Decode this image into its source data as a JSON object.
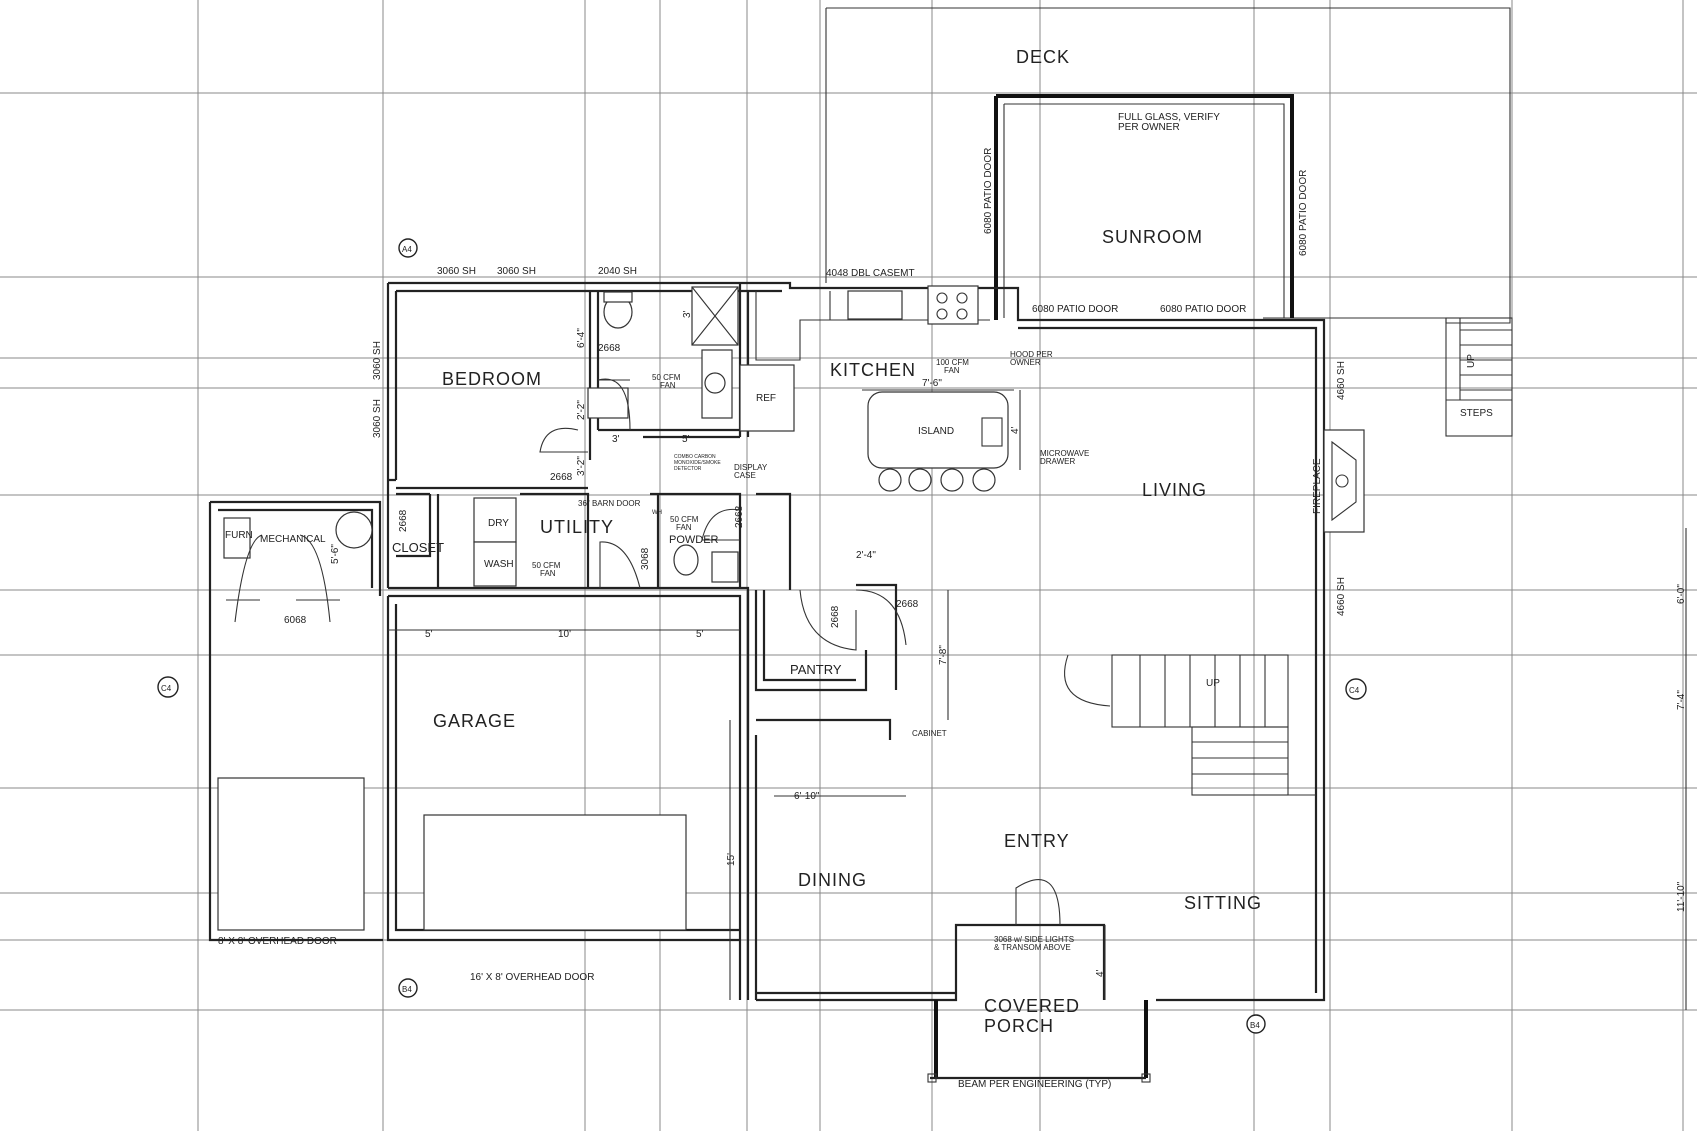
{
  "rooms": {
    "deck": "DECK",
    "sunroom": "SUNROOM",
    "bedroom": "BEDROOM",
    "kitchen": "KITCHEN",
    "island": "ISLAND",
    "living": "LIVING",
    "utility": "UTILITY",
    "closet": "CLOSET",
    "mechanical": "MECHANICAL",
    "powder": "POWDER",
    "pantry": "PANTRY",
    "garage": "GARAGE",
    "entry": "ENTRY",
    "dining": "DINING",
    "sitting": "SITTING",
    "covered_porch_1": "COVERED",
    "covered_porch_2": "PORCH"
  },
  "fixtures": {
    "ref": "REF",
    "dry": "DRY",
    "wash": "WASH",
    "furn": "FURN",
    "up_main": "UP",
    "up_deck": "UP",
    "steps": "STEPS",
    "fireplace": "FIREPLACE"
  },
  "notes": {
    "full_glass_1": "FULL GLASS, VERIFY",
    "full_glass_2": "PER OWNER",
    "patio_left": "6080 PATIO DOOR",
    "patio_right": "6080 PATIO DOOR",
    "sunroom_patio_a": "6080 PATIO DOOR",
    "sunroom_patio_b": "6080 PATIO DOOR",
    "win_3060_a": "3060 SH",
    "win_3060_b": "3060 SH",
    "win_3060_c": "3060 SH",
    "win_3060_d": "3060 SH",
    "win_2040": "2040 SH",
    "win_4048": "4048 DBL CASEMT",
    "win_4660_a": "4660 SH",
    "win_4660_b": "4660 SH",
    "hood_1": "HOOD PER",
    "hood_2": "OWNER",
    "fan_100_1": "100 CFM",
    "fan_100_2": "FAN",
    "fan_bath_1": "50 CFM",
    "fan_bath_2": "FAN",
    "fan_util_1": "50 CFM",
    "fan_util_2": "FAN",
    "fan_pow_1": "50 CFM",
    "fan_pow_2": "FAN",
    "microwave_1": "MICROWAVE",
    "microwave_2": "DRAWER",
    "display_1": "DISPLAY",
    "display_2": "CASE",
    "combo_1": "COMBO CARBON",
    "combo_2": "MONOXIDE/SMOKE",
    "combo_3": "DETECTOR",
    "barn_door": "36\" BARN DOOR",
    "wh": "WH",
    "d2668_a": "2668",
    "d2668_b": "2668",
    "d2668_c": "2668",
    "d2668_d": "2668",
    "d2668_e": "2668",
    "d2668_f": "2668",
    "d3068": "3068",
    "d6068": "6068",
    "overhead_8": "8' X 8' OVERHEAD DOOR",
    "overhead_16": "16' X 8' OVERHEAD DOOR",
    "entry_door_1": "3068 w/ SIDE LIGHTS",
    "entry_door_2": "& TRANSOM ABOVE",
    "cabinet": "CABINET",
    "beam": "BEAM PER ENGINEERING (TYP)"
  },
  "dims": {
    "d_6_4": "6'-4\"",
    "d_3a": "3'",
    "d_2_2": "2'-2\"",
    "d_3b": "3'",
    "d_5a": "5'",
    "d_3_2": "3'-2\"",
    "d_5_6": "5'-6\"",
    "d_7_6": "7'-6\"",
    "d_4a": "4'",
    "d_2_4": "2'-4\"",
    "d_7_8": "7'-8\"",
    "d_5b": "5'",
    "d_10": "10'",
    "d_5c": "5'",
    "d_6_10": "6'-10\"",
    "d_15": "15'",
    "d_4b": "4'",
    "d_6_0": "6'-0\"",
    "d_7_4": "7'-4\"",
    "d_11_10": "11'-10\""
  },
  "markers": {
    "m_top": "A4",
    "m_left": "C4",
    "m_right": "C4",
    "m_bot_left": "B4",
    "m_bot_right": "B4"
  }
}
